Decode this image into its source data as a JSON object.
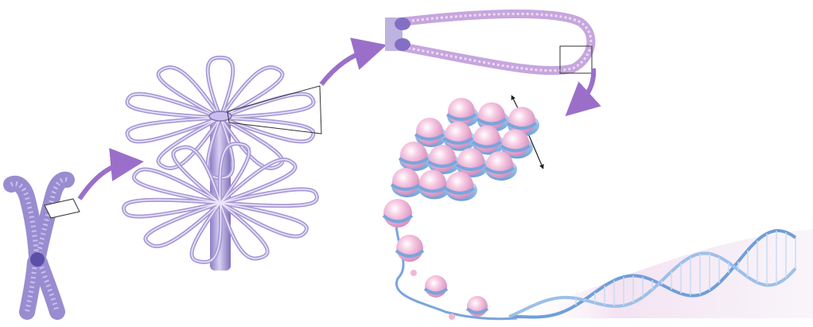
{
  "figure": {
    "stages": [
      {
        "id": "chromosome",
        "kind": "metaphase-chromosome"
      },
      {
        "id": "rosette",
        "kind": "loop-rosette-on-scaffold"
      },
      {
        "id": "fiber-loop",
        "kind": "chromatin-fiber-loop"
      },
      {
        "id": "solenoid",
        "kind": "nucleosome-solenoid-fiber"
      },
      {
        "id": "dna",
        "kind": "dna-double-helix"
      }
    ],
    "arrows": [
      {
        "from": "chromosome",
        "to": "rosette"
      },
      {
        "from": "rosette",
        "to": "fiber-loop"
      },
      {
        "from": "fiber-loop",
        "to": "solenoid"
      }
    ],
    "colors": {
      "purple": "#a99ad6",
      "purple_dark": "#7e6fb8",
      "arrow": "#9b6fc9",
      "nucleosome_pink": "#f2b6d6",
      "nucleosome_blue": "#8fb3e6",
      "dna_blue": "#6f9fd8",
      "dna_fade": "#e9d3ec"
    }
  }
}
